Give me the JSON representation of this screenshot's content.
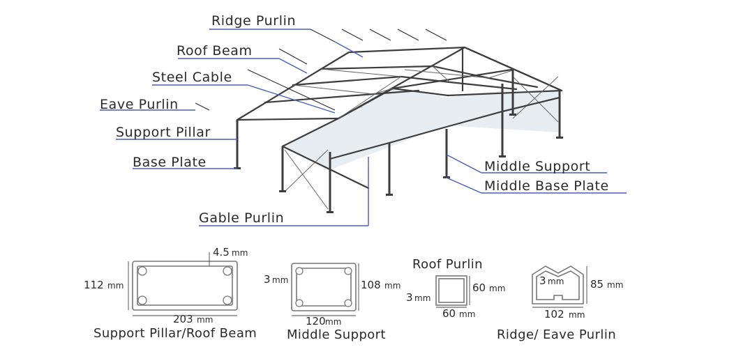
{
  "labels": {
    "ridge_purlin": "Ridge Purlin",
    "roof_beam": "Roof Beam",
    "steel_cable": "Steel Cable",
    "eave_purlin": "Eave Purlin",
    "support_pillar": "Support Pillar",
    "base_plate": "Base Plate",
    "gable_purlin": "Gable Purlin",
    "middle_support": "Middle Support",
    "middle_base_plate": "Middle Base Plate"
  },
  "profiles": {
    "pillar": {
      "caption": "Support Pillar/Roof Beam",
      "thickness_value": "4.5",
      "thickness_unit": "mm",
      "height_value": "112",
      "height_unit": "mm",
      "width_value": "203",
      "width_unit": "mm"
    },
    "middle": {
      "caption": "Middle Support",
      "thickness_value": "3",
      "thickness_unit": "mm",
      "height_value": "108",
      "height_unit": "mm",
      "width_value": "120",
      "width_unit": "mm"
    },
    "roof_purlin": {
      "title": "Roof Purlin",
      "thickness_value": "3",
      "thickness_unit": "mm",
      "height_value": "60",
      "height_unit": "mm",
      "width_value": "60",
      "width_unit": "mm"
    },
    "ridge": {
      "caption": "Ridge/ Eave Purlin",
      "thickness_value": "3",
      "thickness_unit": "mm",
      "height_value": "85",
      "height_unit": "mm",
      "width_value": "102",
      "width_unit": "mm"
    }
  },
  "colors": {
    "leader": "#4a5bc8",
    "frame": "#3d3d3d",
    "gable_wall": "#e8edf1"
  }
}
